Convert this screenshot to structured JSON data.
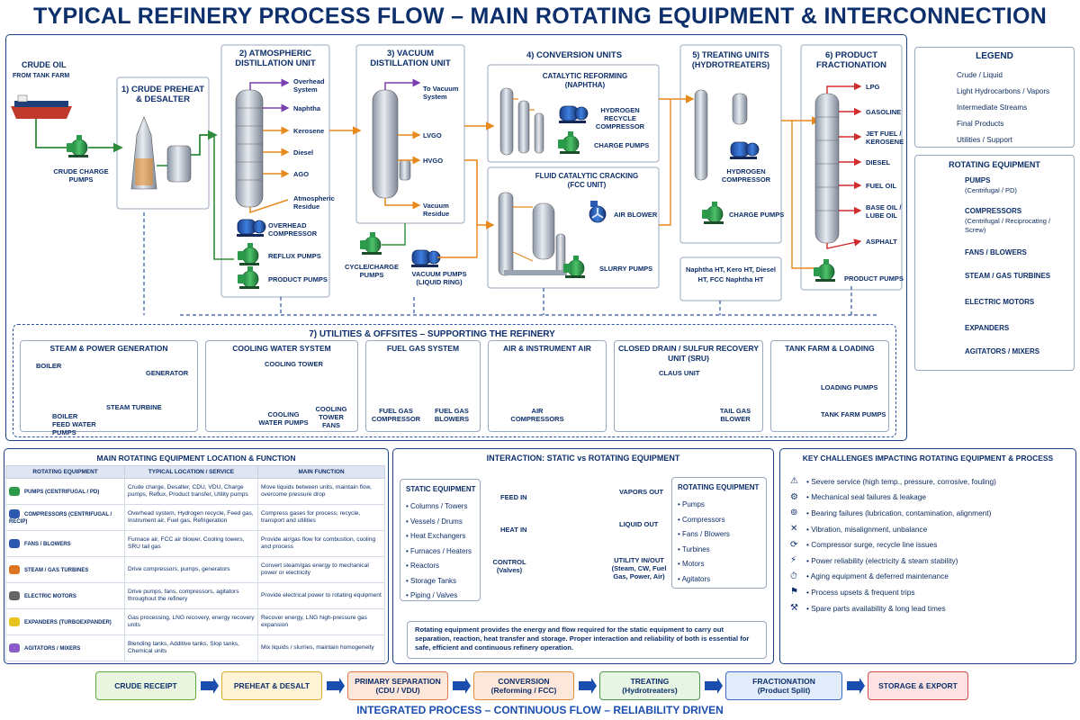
{
  "title": "TYPICAL REFINERY PROCESS FLOW – MAIN ROTATING EQUIPMENT & INTERCONNECTION",
  "crude": {
    "label": "CRUDE OIL",
    "sub": "FROM TANK FARM",
    "pumps": "CRUDE CHARGE PUMPS"
  },
  "s1": {
    "title": "1) CRUDE PREHEAT & DESALTER"
  },
  "s2": {
    "title": "2) ATMOSPHERIC DISTILLATION UNIT",
    "streams": [
      "Overhead System",
      "Naphtha",
      "Kerosene",
      "Diesel",
      "AGO",
      "Atmospheric Residue"
    ],
    "equip": [
      "OVERHEAD COMPRESSOR",
      "REFLUX PUMPS",
      "PRODUCT PUMPS"
    ]
  },
  "s3": {
    "title": "3) VACUUM DISTILLATION UNIT",
    "streams": [
      "To Vacuum System",
      "LVGO",
      "HVGO",
      "Vacuum Residue"
    ],
    "cycle": "CYCLE/CHARGE PUMPS",
    "vacuum": "VACUUM PUMPS (LIQUID RING)"
  },
  "s4": {
    "title": "4) CONVERSION UNITS",
    "reforming": "CATALYTIC REFORMING (NAPHTHA)",
    "h2comp": "HYDROGEN RECYCLE COMPRESSOR",
    "charge": "CHARGE PUMPS",
    "fcc": "FLUID CATALYTIC CRACKING (FCC UNIT)",
    "airblower": "AIR BLOWER",
    "slurry": "SLURRY PUMPS"
  },
  "s5": {
    "title": "5) TREATING UNITS (HYDROTREATERS)",
    "h2comp": "HYDROGEN COMPRESSOR",
    "charge": "CHARGE PUMPS",
    "note": "Naphtha HT, Kero HT, Diesel HT, FCC Naphtha HT"
  },
  "s6": {
    "title": "6) PRODUCT FRACTIONATION",
    "products": [
      "LPG",
      "GASOLINE",
      "JET FUEL / KEROSENE",
      "DIESEL",
      "FUEL OIL",
      "BASE OIL / LUBE OIL",
      "ASPHALT"
    ],
    "pumps": "PRODUCT PUMPS"
  },
  "legend": {
    "title": "LEGEND",
    "items": [
      {
        "label": "Crude / Liquid",
        "color": "#2e8b3a"
      },
      {
        "label": "Light Hydrocarbons / Vapors",
        "color": "#7a3fb0"
      },
      {
        "label": "Intermediate Streams",
        "color": "#e8891e"
      },
      {
        "label": "Final Products",
        "color": "#d22b2b"
      },
      {
        "label": "Utilities / Support",
        "color": "#2c55a8"
      }
    ]
  },
  "rotating": {
    "title": "ROTATING EQUIPMENT",
    "items": [
      {
        "name": "PUMPS",
        "sub": "(Centrifugal / PD)"
      },
      {
        "name": "COMPRESSORS",
        "sub": "(Centrifugal / Reciprocating / Screw)"
      },
      {
        "name": "FANS / BLOWERS",
        "sub": ""
      },
      {
        "name": "STEAM / GAS TURBINES",
        "sub": ""
      },
      {
        "name": "ELECTRIC MOTORS",
        "sub": ""
      },
      {
        "name": "EXPANDERS",
        "sub": ""
      },
      {
        "name": "AGITATORS / MIXERS",
        "sub": ""
      }
    ]
  },
  "utilities": {
    "title": "7) UTILITIES & OFFSITES – SUPPORTING THE REFINERY",
    "steam": {
      "title": "STEAM & POWER GENERATION",
      "boiler": "BOILER",
      "generator": "GENERATOR",
      "turbine": "STEAM TURBINE",
      "bfw": "BOILER FEED WATER PUMPS"
    },
    "cw": {
      "title": "COOLING WATER SYSTEM",
      "tower": "COOLING TOWER",
      "pumps": "COOLING WATER PUMPS",
      "fans": "COOLING TOWER FANS"
    },
    "fg": {
      "title": "FUEL GAS SYSTEM",
      "comp": "FUEL GAS COMPRESSOR",
      "blowers": "FUEL GAS BLOWERS"
    },
    "air": {
      "title": "AIR & INSTRUMENT AIR",
      "comp": "AIR COMPRESSORS"
    },
    "sru": {
      "title": "CLOSED DRAIN / SULFUR RECOVERY UNIT (SRU)",
      "claus": "CLAUS UNIT",
      "tail": "TAIL GAS BLOWER"
    },
    "tank": {
      "title": "TANK FARM & LOADING",
      "loading": "LOADING PUMPS",
      "tfp": "TANK FARM PUMPS"
    }
  },
  "table": {
    "title": "MAIN ROTATING EQUIPMENT LOCATION & FUNCTION",
    "headers": [
      "ROTATING EQUIPMENT",
      "TYPICAL LOCATION / SERVICE",
      "MAIN FUNCTION"
    ],
    "rows": [
      [
        "PUMPS (CENTRIFUGAL / PD)",
        "Crude charge, Desalter, CDU, VDU, Charge pumps, Reflux, Product transfer, Utility pumps",
        "Move liquids between units, maintain flow, overcome pressure drop"
      ],
      [
        "COMPRESSORS (CENTRIFUGAL / RECIP)",
        "Overhead system, Hydrogen recycle, Feed gas, Instrument air, Fuel gas, Refrigeration",
        "Compress gases for process, recycle, transport and utilities"
      ],
      [
        "FANS / BLOWERS",
        "Furnace air, FCC air blower, Cooling towers, SRU tail gas",
        "Provide air/gas flow for combustion, cooling and process"
      ],
      [
        "STEAM / GAS TURBINES",
        "Drive compressors, pumps, generators",
        "Convert steam/gas energy to mechanical power or electricity"
      ],
      [
        "ELECTRIC MOTORS",
        "Drive pumps, fans, compressors, agitators throughout the refinery",
        "Provide electrical power to rotating equipment"
      ],
      [
        "EXPANDERS (TURBOEXPANDER)",
        "Gas processing, LNG recovery, energy recovery units",
        "Recover energy, LNG high-pressure gas expansion"
      ],
      [
        "AGITATORS / MIXERS",
        "Blending tanks, Additive tanks, Slop tanks, Chemical units",
        "Mix liquids / slurries, maintain homogeneity"
      ]
    ]
  },
  "interaction": {
    "title": "INTERACTION: STATIC vs ROTATING EQUIPMENT",
    "static_title": "STATIC EQUIPMENT",
    "static": [
      "Columns / Towers",
      "Vessels / Drums",
      "Heat Exchangers",
      "Furnaces / Heaters",
      "Reactors",
      "Storage Tanks",
      "Piping / Valves"
    ],
    "rot_title": "ROTATING EQUIPMENT",
    "rot": [
      "Pumps",
      "Compressors",
      "Fans / Blowers",
      "Turbines",
      "Motors",
      "Agitators"
    ],
    "feed": "FEED IN",
    "heat": "HEAT IN",
    "control": "CONTROL (Valves)",
    "vapors": "VAPORS OUT",
    "liquid": "LIQUID OUT",
    "utility": "UTILITY IN/OUT (Steam, CW, Fuel Gas, Power, Air)",
    "note": "Rotating equipment provides the energy and flow required for the static equipment to carry out separation, reaction, heat transfer and storage. Proper interaction and reliability of both is essential for safe, efficient and continuous refinery operation."
  },
  "challenges": {
    "title": "KEY CHALLENGES IMPACTING ROTATING EQUIPMENT & PROCESS",
    "items": [
      "Severe service (high temp., pressure, corrosive, fouling)",
      "Mechanical seal failures & leakage",
      "Bearing failures (lubrication, contamination, alignment)",
      "Vibration, misalignment, unbalance",
      "Compressor surge, recycle line issues",
      "Power reliability (electricity & steam stability)",
      "Aging equipment & deferred maintenance",
      "Process upsets & frequent trips",
      "Spare parts availability & long lead times"
    ]
  },
  "flow": [
    {
      "label": "CRUDE RECEIPT",
      "sub": "",
      "bg": "#eaf5df",
      "bd": "#5fa83b"
    },
    {
      "label": "PREHEAT & DESALT",
      "sub": "",
      "bg": "#fff4d6",
      "bd": "#e0a92a"
    },
    {
      "label": "PRIMARY SEPARATION",
      "sub": "(CDU / VDU)",
      "bg": "#fde6da",
      "bd": "#e07b4d"
    },
    {
      "label": "CONVERSION",
      "sub": "(Reforming / FCC)",
      "bg": "#fde6da",
      "bd": "#e08a3c"
    },
    {
      "label": "TREATING",
      "sub": "(Hydrotreaters)",
      "bg": "#e8f5e4",
      "bd": "#4d9a4d"
    },
    {
      "label": "FRACTIONATION",
      "sub": "(Product Split)",
      "bg": "#e3ecfb",
      "bd": "#3c6fc7"
    },
    {
      "label": "STORAGE & EXPORT",
      "sub": "",
      "bg": "#fde3e3",
      "bd": "#d24b4b"
    }
  ],
  "footer": "INTEGRATED PROCESS – CONTINUOUS FLOW – RELIABILITY DRIVEN"
}
